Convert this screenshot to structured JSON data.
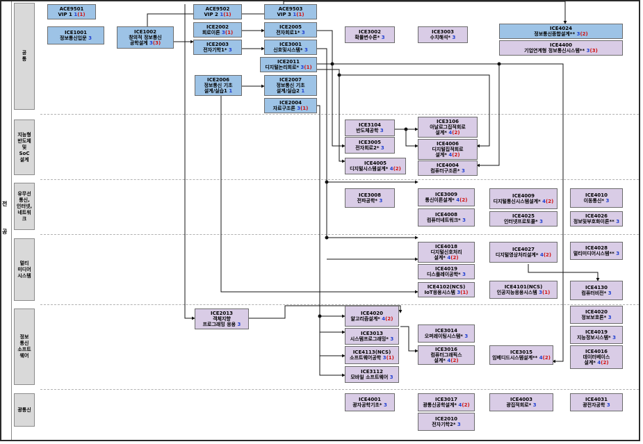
{
  "outer_label": [
    "전",
    "공"
  ],
  "groups": [
    {
      "key": "common",
      "label": "공\n통"
    },
    {
      "key": "soc",
      "label": "지능형\n반도체\n및\nSoC\n설계"
    },
    {
      "key": "wire",
      "label": "유무선\n통신,\n인터넷,\n네트워\n크"
    },
    {
      "key": "multi",
      "label": "멀티\n미디어\n시스템"
    },
    {
      "key": "sw",
      "label": "정보\n통신\n소프트\n웨어"
    },
    {
      "key": "opt",
      "label": "광통신"
    }
  ],
  "courses": [
    {
      "code": "ACE9501",
      "title": "VIP 1",
      "credit": "1",
      "note": "(1)",
      "color": "blue"
    },
    {
      "code": "ICE1001",
      "title": "정보통신입문",
      "credit": "3",
      "note": "",
      "color": "blue"
    },
    {
      "code": "ICE1002",
      "title": "창의적 정보통신\n공학설계",
      "credit": "3",
      "note": "(3)",
      "color": "blue"
    },
    {
      "code": "ACE9502",
      "title": "VIP 2",
      "credit": "1",
      "note": "(1)",
      "color": "blue"
    },
    {
      "code": "ICE2002",
      "title": "회로이론",
      "credit": "3",
      "note": "(1)",
      "color": "blue"
    },
    {
      "code": "ICE2003",
      "title": "전자기학1*",
      "credit": "3",
      "note": "",
      "color": "blue"
    },
    {
      "code": "ICE2006",
      "title": "정보통신 기초\n설계/실습1",
      "credit": "1",
      "note": "",
      "color": "blue"
    },
    {
      "code": "ACE9503",
      "title": "VIP 3",
      "credit": "1",
      "note": "(1)",
      "color": "blue"
    },
    {
      "code": "ICE2005",
      "title": "전자회로1*",
      "credit": "3",
      "note": "",
      "color": "blue"
    },
    {
      "code": "ICE3001",
      "title": "신호및시스템*",
      "credit": "3",
      "note": "",
      "color": "blue"
    },
    {
      "code": "ICE2011",
      "title": "디지털논리회로*",
      "credit": "3",
      "note": "(1)",
      "color": "blue"
    },
    {
      "code": "ICE2007",
      "title": "정보통신 기초\n설계/실습2",
      "credit": "1",
      "note": "",
      "color": "blue"
    },
    {
      "code": "ICE2004",
      "title": "자료구조론",
      "credit": "3",
      "note": "(1)",
      "color": "blue"
    },
    {
      "code": "ICE3002",
      "title": "확률변수론*",
      "credit": "3",
      "note": "",
      "color": "purple"
    },
    {
      "code": "ICE3003",
      "title": "수치해석*",
      "credit": "3",
      "note": "",
      "color": "purple"
    },
    {
      "code": "ICE4024",
      "title": "정보통신종합설계**",
      "credit": "3",
      "note": "(2)",
      "color": "blue"
    },
    {
      "code": "ICE4400",
      "title": "기업연계형 정보통신시스템**",
      "credit": "3",
      "note": "(3)",
      "color": "purple"
    },
    {
      "code": "ICE3104",
      "title": "반도체공학",
      "credit": "3",
      "note": "",
      "color": "purple"
    },
    {
      "code": "ICE3005",
      "title": "전자회로2*",
      "credit": "3",
      "note": "",
      "color": "purple"
    },
    {
      "code": "ICE4005",
      "title": "디지털시스템설계*",
      "credit": "4",
      "note": "(2)",
      "color": "purple"
    },
    {
      "code": "ICE3106",
      "title": "아날로그집적회로\n설계*",
      "credit": "4",
      "note": "(2)",
      "color": "purple"
    },
    {
      "code": "ICE4006",
      "title": "디지털집적회로\n설계*",
      "credit": "4",
      "note": "(2)",
      "color": "purple"
    },
    {
      "code": "ICE4004",
      "title": "컴퓨터구조론*",
      "credit": "3",
      "note": "",
      "color": "purple"
    },
    {
      "code": "ICE3008",
      "title": "전파공학*",
      "credit": "3",
      "note": "",
      "color": "purple"
    },
    {
      "code": "ICE3009",
      "title": "통신이론설계*",
      "credit": "4",
      "note": "(2)",
      "color": "purple"
    },
    {
      "code": "ICE4008",
      "title": "컴퓨터네트워크*",
      "credit": "3",
      "note": "",
      "color": "purple"
    },
    {
      "code": "ICE4009",
      "title": "디지털통신시스템설계*",
      "credit": "4",
      "note": "(2)",
      "color": "purple"
    },
    {
      "code": "ICE4025",
      "title": "인터넷프로토콜*",
      "credit": "3",
      "note": "",
      "color": "purple"
    },
    {
      "code": "ICE4010",
      "title": "이동통신*",
      "credit": "3",
      "note": "",
      "color": "purple"
    },
    {
      "code": "ICE4026",
      "title": "정보및부호화이론**",
      "credit": "3",
      "note": "",
      "color": "purple"
    },
    {
      "code": "ICE4018",
      "title": "디지털신호처리\n설계*",
      "credit": "4",
      "note": "(2)",
      "color": "purple"
    },
    {
      "code": "ICE4019",
      "title": "디스플레이공학*",
      "credit": "3",
      "note": "",
      "color": "purple"
    },
    {
      "code": "ICE4102(NCS)",
      "title": "IoT응용시스템",
      "credit": "3",
      "note": "(1)",
      "color": "purple"
    },
    {
      "code": "ICE4027",
      "title": "디지털영상처리설계*",
      "credit": "4",
      "note": "(2)",
      "color": "purple"
    },
    {
      "code": "ICE4101(NCS)",
      "title": "인공지능응용시스템",
      "credit": "3",
      "note": "(1)",
      "color": "purple"
    },
    {
      "code": "ICE4028",
      "title": "멀티미디어시스템**",
      "credit": "3",
      "note": "",
      "color": "purple"
    },
    {
      "code": "ICE4130",
      "title": "컴퓨터비전*",
      "credit": "3",
      "note": "",
      "color": "purple"
    },
    {
      "code": "ICE2013",
      "title": "객체지향\n프로그래밍 응용",
      "credit": "3",
      "note": "",
      "color": "purple"
    },
    {
      "code": "ICE4020",
      "title": "알고리즘설계*",
      "credit": "4",
      "note": "(2)",
      "color": "purple"
    },
    {
      "code": "ICE3013",
      "title": "시스템프로그래밍*",
      "credit": "3",
      "note": "",
      "color": "purple"
    },
    {
      "code": "ICE4113(NCS)",
      "title": "소프트웨어공학",
      "credit": "3",
      "note": "(1)",
      "color": "purple"
    },
    {
      "code": "ICE3112",
      "title": "모바일 소프트웨어",
      "credit": "3",
      "note": "",
      "color": "purple"
    },
    {
      "code": "ICE3014",
      "title": "오퍼레이팅시스템*",
      "credit": "3",
      "note": "",
      "color": "purple"
    },
    {
      "code": "ICE3016",
      "title": "컴퓨터그래픽스\n설계*",
      "credit": "4",
      "note": "(2)",
      "color": "purple"
    },
    {
      "code": "ICE3015",
      "title": "임베디드시스템설계**",
      "credit": "4",
      "note": "(2)",
      "color": "purple"
    },
    {
      "code": "ICE4020",
      "title": "정보보호론*",
      "credit": "3",
      "note": "",
      "color": "purple"
    },
    {
      "code": "ICE4019",
      "title": "지능정보시스템*",
      "credit": "3",
      "note": "",
      "color": "purple"
    },
    {
      "code": "ICE4016",
      "title": "데이터베이스\n설계*",
      "credit": "4",
      "note": "(2)",
      "color": "purple"
    },
    {
      "code": "ICE4001",
      "title": "광자공학기초*",
      "credit": "3",
      "note": "",
      "color": "purple"
    },
    {
      "code": "ICE3017",
      "title": "광통신공학설계*",
      "credit": "4",
      "note": "(2)",
      "color": "purple"
    },
    {
      "code": "ICE2010",
      "title": "전자기학2*",
      "credit": "3",
      "note": "",
      "color": "purple"
    },
    {
      "code": "ICE4003",
      "title": "광집적회로*",
      "credit": "3",
      "note": "",
      "color": "purple"
    },
    {
      "code": "ICE4031",
      "title": "광전자공학",
      "credit": "3",
      "note": "",
      "color": "purple"
    }
  ]
}
